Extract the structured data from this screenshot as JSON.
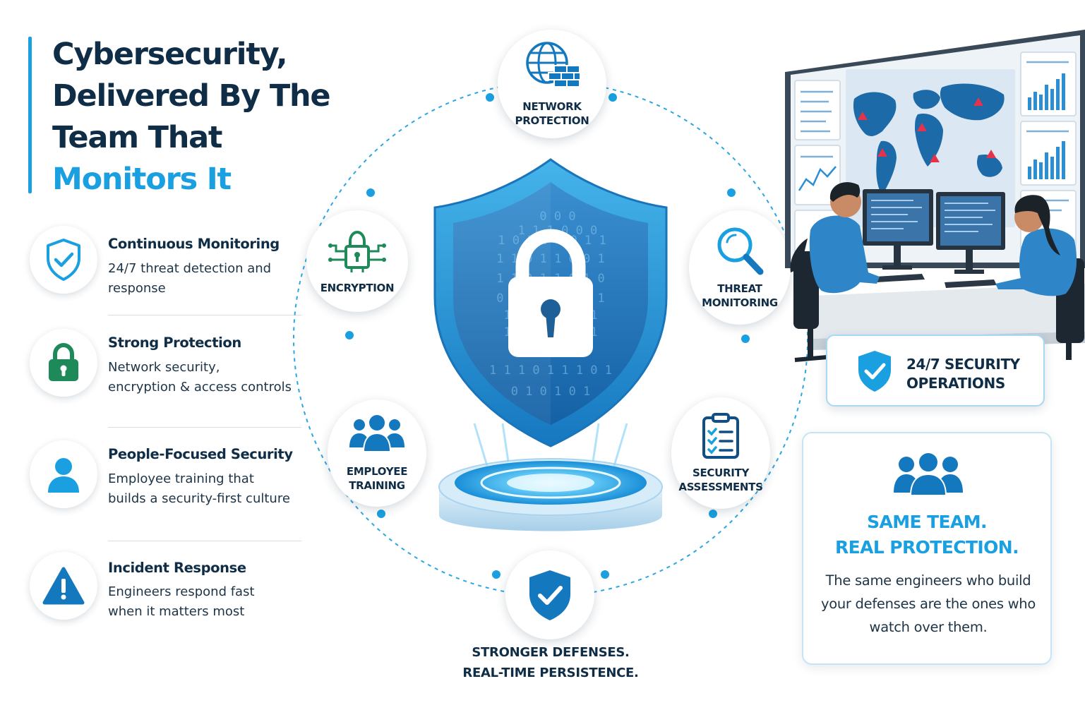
{
  "headline": {
    "line1": "Cybersecurity,",
    "line2": "Delivered By The",
    "line3": "Team That",
    "line4": "Monitors It"
  },
  "features": [
    {
      "title": "Continuous Monitoring",
      "description": "24/7 threat detection and response",
      "icon": "shield-check-icon"
    },
    {
      "title": "Strong Protection",
      "description": "Network security, encryption & access controls",
      "icon": "padlock-icon"
    },
    {
      "title": "People-Focused Security",
      "description": "Employee training that builds a security-first culture",
      "icon": "person-icon"
    },
    {
      "title": "Incident Response",
      "description": "Engineers respond fast when it matters most",
      "icon": "warning-icon"
    }
  ],
  "diagram": {
    "center_icon": "shield-lock-icon",
    "binary_text": [
      "0 0 0",
      "1 1 1 0 0 0",
      "1 0 1 0 0 0 1 1",
      "1 1 0 1   1 0 0 1",
      "1 1 0 1   1 0 1 0",
      "0 1 1 1   1 0 1 1",
      "1 1 1 1   0 1 1",
      "1 1 1 1   1 1 1",
      "0 1   1 1 1",
      "1 1 1 0 1 1 1 0 1",
      "0 1 0 1 0 1"
    ],
    "nodes": {
      "network": {
        "label": "NETWORK\nPROTECTION",
        "icon": "globe-firewall-icon"
      },
      "encryption": {
        "label": "ENCRYPTION",
        "icon": "circuit-lock-icon"
      },
      "threat": {
        "label": "THREAT\nMONITORING",
        "icon": "magnifier-icon"
      },
      "training": {
        "label": "EMPLOYEE\nTRAINING",
        "icon": "group-icon"
      },
      "assessments": {
        "label": "SECURITY\nASSESSMENTS",
        "icon": "clipboard-checklist-icon"
      },
      "bottom": {
        "icon": "shield-check-icon"
      }
    },
    "tagline_line1": "STRONGER DEFENSES.",
    "tagline_line2": "REAL-TIME PERSISTENCE."
  },
  "soc": {
    "badge_text": "24/7 SECURITY\nOPERATIONS",
    "badge_icon": "shield-check-icon",
    "scene_icon": "security-operations-center-illustration"
  },
  "team_card": {
    "icon": "group-icon",
    "heading": "SAME TEAM.\nREAL PROTECTION.",
    "text": "The same engineers who build your defenses are the ones who watch over them."
  },
  "colors": {
    "navy": "#0f2d46",
    "accent_blue": "#1aa0e0",
    "deep_blue": "#1478bf",
    "green": "#1e8a5a"
  }
}
